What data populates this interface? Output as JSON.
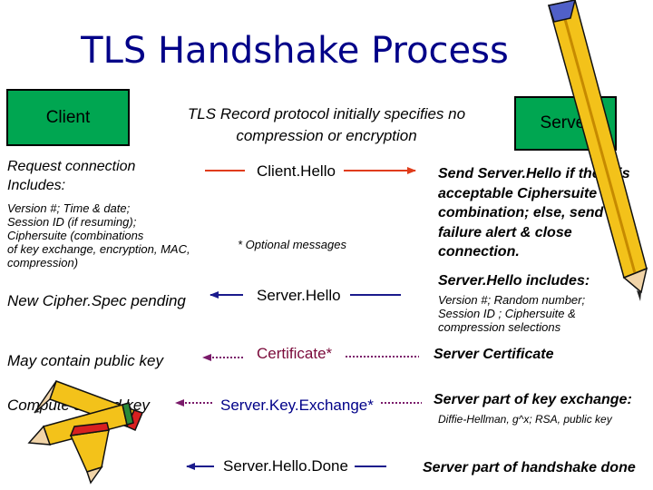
{
  "title": "TLS Handshake Process",
  "client_label": "Client",
  "server_label": "Server",
  "record_note": "TLS Record protocol initially specifies no compression or encryption",
  "client": {
    "request_title": "Request connection\nIncludes:",
    "request_details": "Version #; Time & date;\nSession ID (if resuming);\nCiphersuite (combinations\nof key exchange, encryption, MAC, compression)",
    "cipher_pending": "New Cipher.Spec pending",
    "public_key": "May contain public key",
    "compute_key": "Compute shared key"
  },
  "messages": {
    "client_hello": "Client.Hello",
    "optional_note": "* Optional messages",
    "server_hello": "Server.Hello",
    "certificate": "Certificate*",
    "key_exchange": "Server.Key.Exchange*",
    "hello_done": "Server.Hello.Done"
  },
  "server": {
    "hello_send": "Send Server.Hello if there is acceptable Ciphersuite combination; else, send failure alert & close connection.",
    "hello_includes": "Server.Hello includes:",
    "hello_details": "Version #; Random number;\nSession ID ; Ciphersuite &\ncompression selections",
    "certificate": "Server Certificate",
    "key_part": "Server part of key exchange:",
    "key_detail": "Diffie-Hellman, g^x;  RSA, public key",
    "done_part": "Server part of handshake done"
  },
  "colors": {
    "box_fill": "#00a651",
    "title": "#000088",
    "arrow_red": "#e03c1a",
    "arrow_navy": "#1a1a8c",
    "arrow_purple": "#7a1a6a"
  },
  "icons": [
    "pencil-icon",
    "pencils-icon"
  ]
}
